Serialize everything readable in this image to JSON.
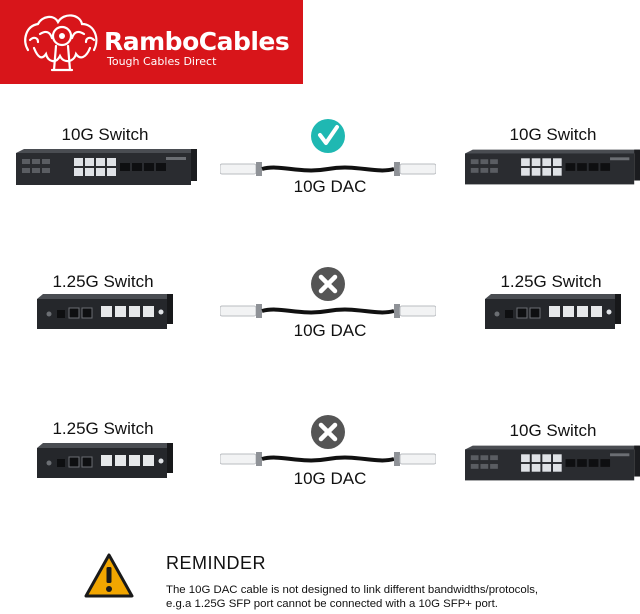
{
  "brand": {
    "name": "RamboCables",
    "tagline": "Tough Cables Direct",
    "color": "#d8151a"
  },
  "rows": [
    {
      "left_label": "10G Switch",
      "right_label": "10G Switch",
      "cable_label": "10G DAC",
      "status": "compatible",
      "status_icon": "check-icon",
      "status_color": "#1fb8b2"
    },
    {
      "left_label": "1.25G Switch",
      "right_label": "1.25G Switch",
      "cable_label": "10G DAC",
      "status": "incompatible",
      "status_icon": "x-icon",
      "status_color": "#555555"
    },
    {
      "left_label": "1.25G Switch",
      "right_label": "10G Switch",
      "cable_label": "10G DAC",
      "status": "incompatible",
      "status_icon": "x-icon",
      "status_color": "#555555"
    }
  ],
  "reminder": {
    "title": "REMINDER",
    "line1": "The 10G DAC cable is not designed to link different bandwidths/protocols,",
    "line2": "e.g.a 1.25G SFP port cannot be connected with a 10G SFP+ port.",
    "icon": "warning-icon",
    "icon_color": "#f2a600"
  }
}
